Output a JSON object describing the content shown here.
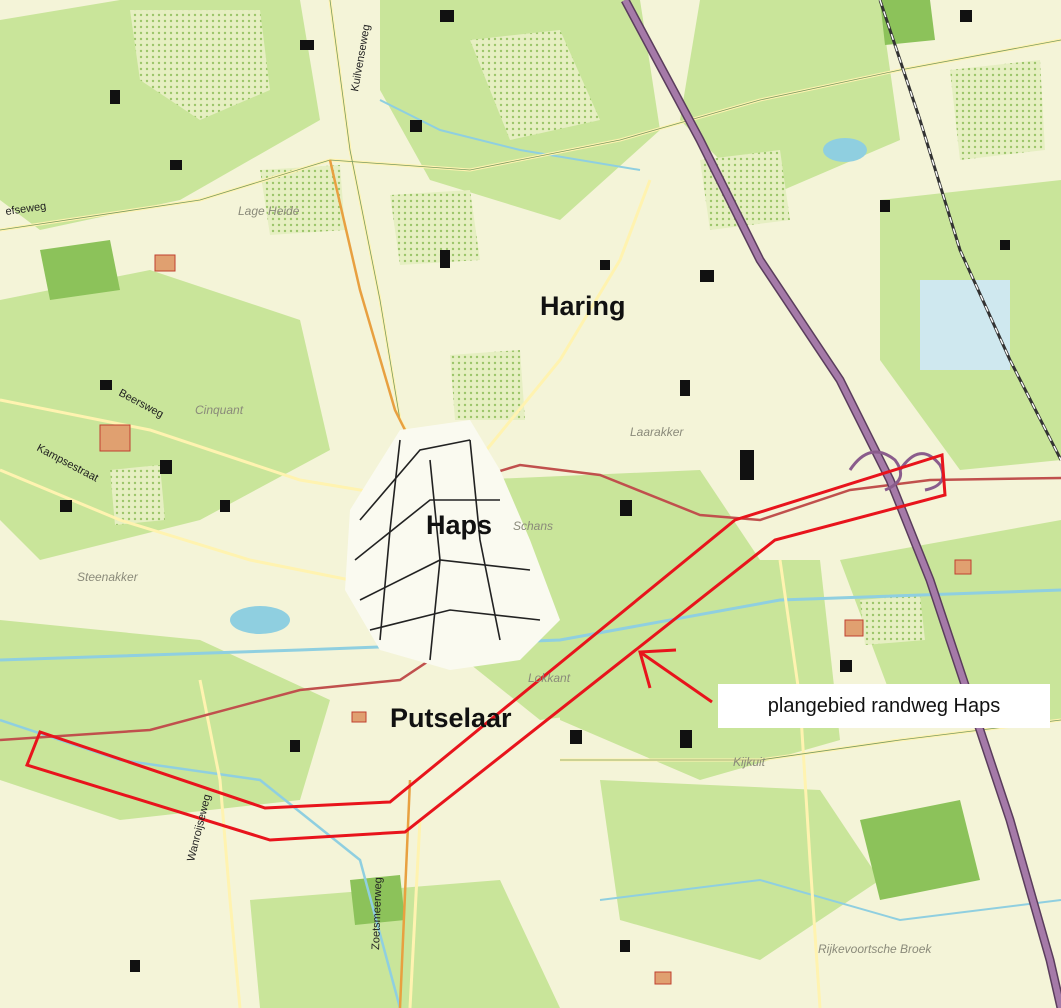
{
  "places": {
    "haring": "Haring",
    "haps": "Haps",
    "putselaar": "Putselaar"
  },
  "localities": {
    "lage_heide": "Lage Heide",
    "cinquant": "Cinquant",
    "laarakker": "Laarakker",
    "schans": "Schans",
    "steenakker": "Steenakker",
    "lokkant": "Lokkant",
    "kijkuit": "Kijkuit",
    "rijkevoortsche_broek": "Rijkevoortsche Broek"
  },
  "roads": {
    "kuilvenseweg": "Kuilvenseweg",
    "efseweg": "efseweg",
    "beersweg": "Beersweg",
    "kampsestraat": "Kampsestraat",
    "wanroijseweg": "Wanroijseweg",
    "zoetsmeerweg": "Zoetsmeerweg"
  },
  "annotation": {
    "text": "plangebied randweg Haps"
  },
  "colors": {
    "background": "#f4f4d8",
    "meadow": "#c9e59a",
    "forest": "#a7d278",
    "water": "#8fcfe0",
    "highway": "#8a5c8c",
    "plan_outline": "#e8141c",
    "main_road": "#c0504d"
  }
}
